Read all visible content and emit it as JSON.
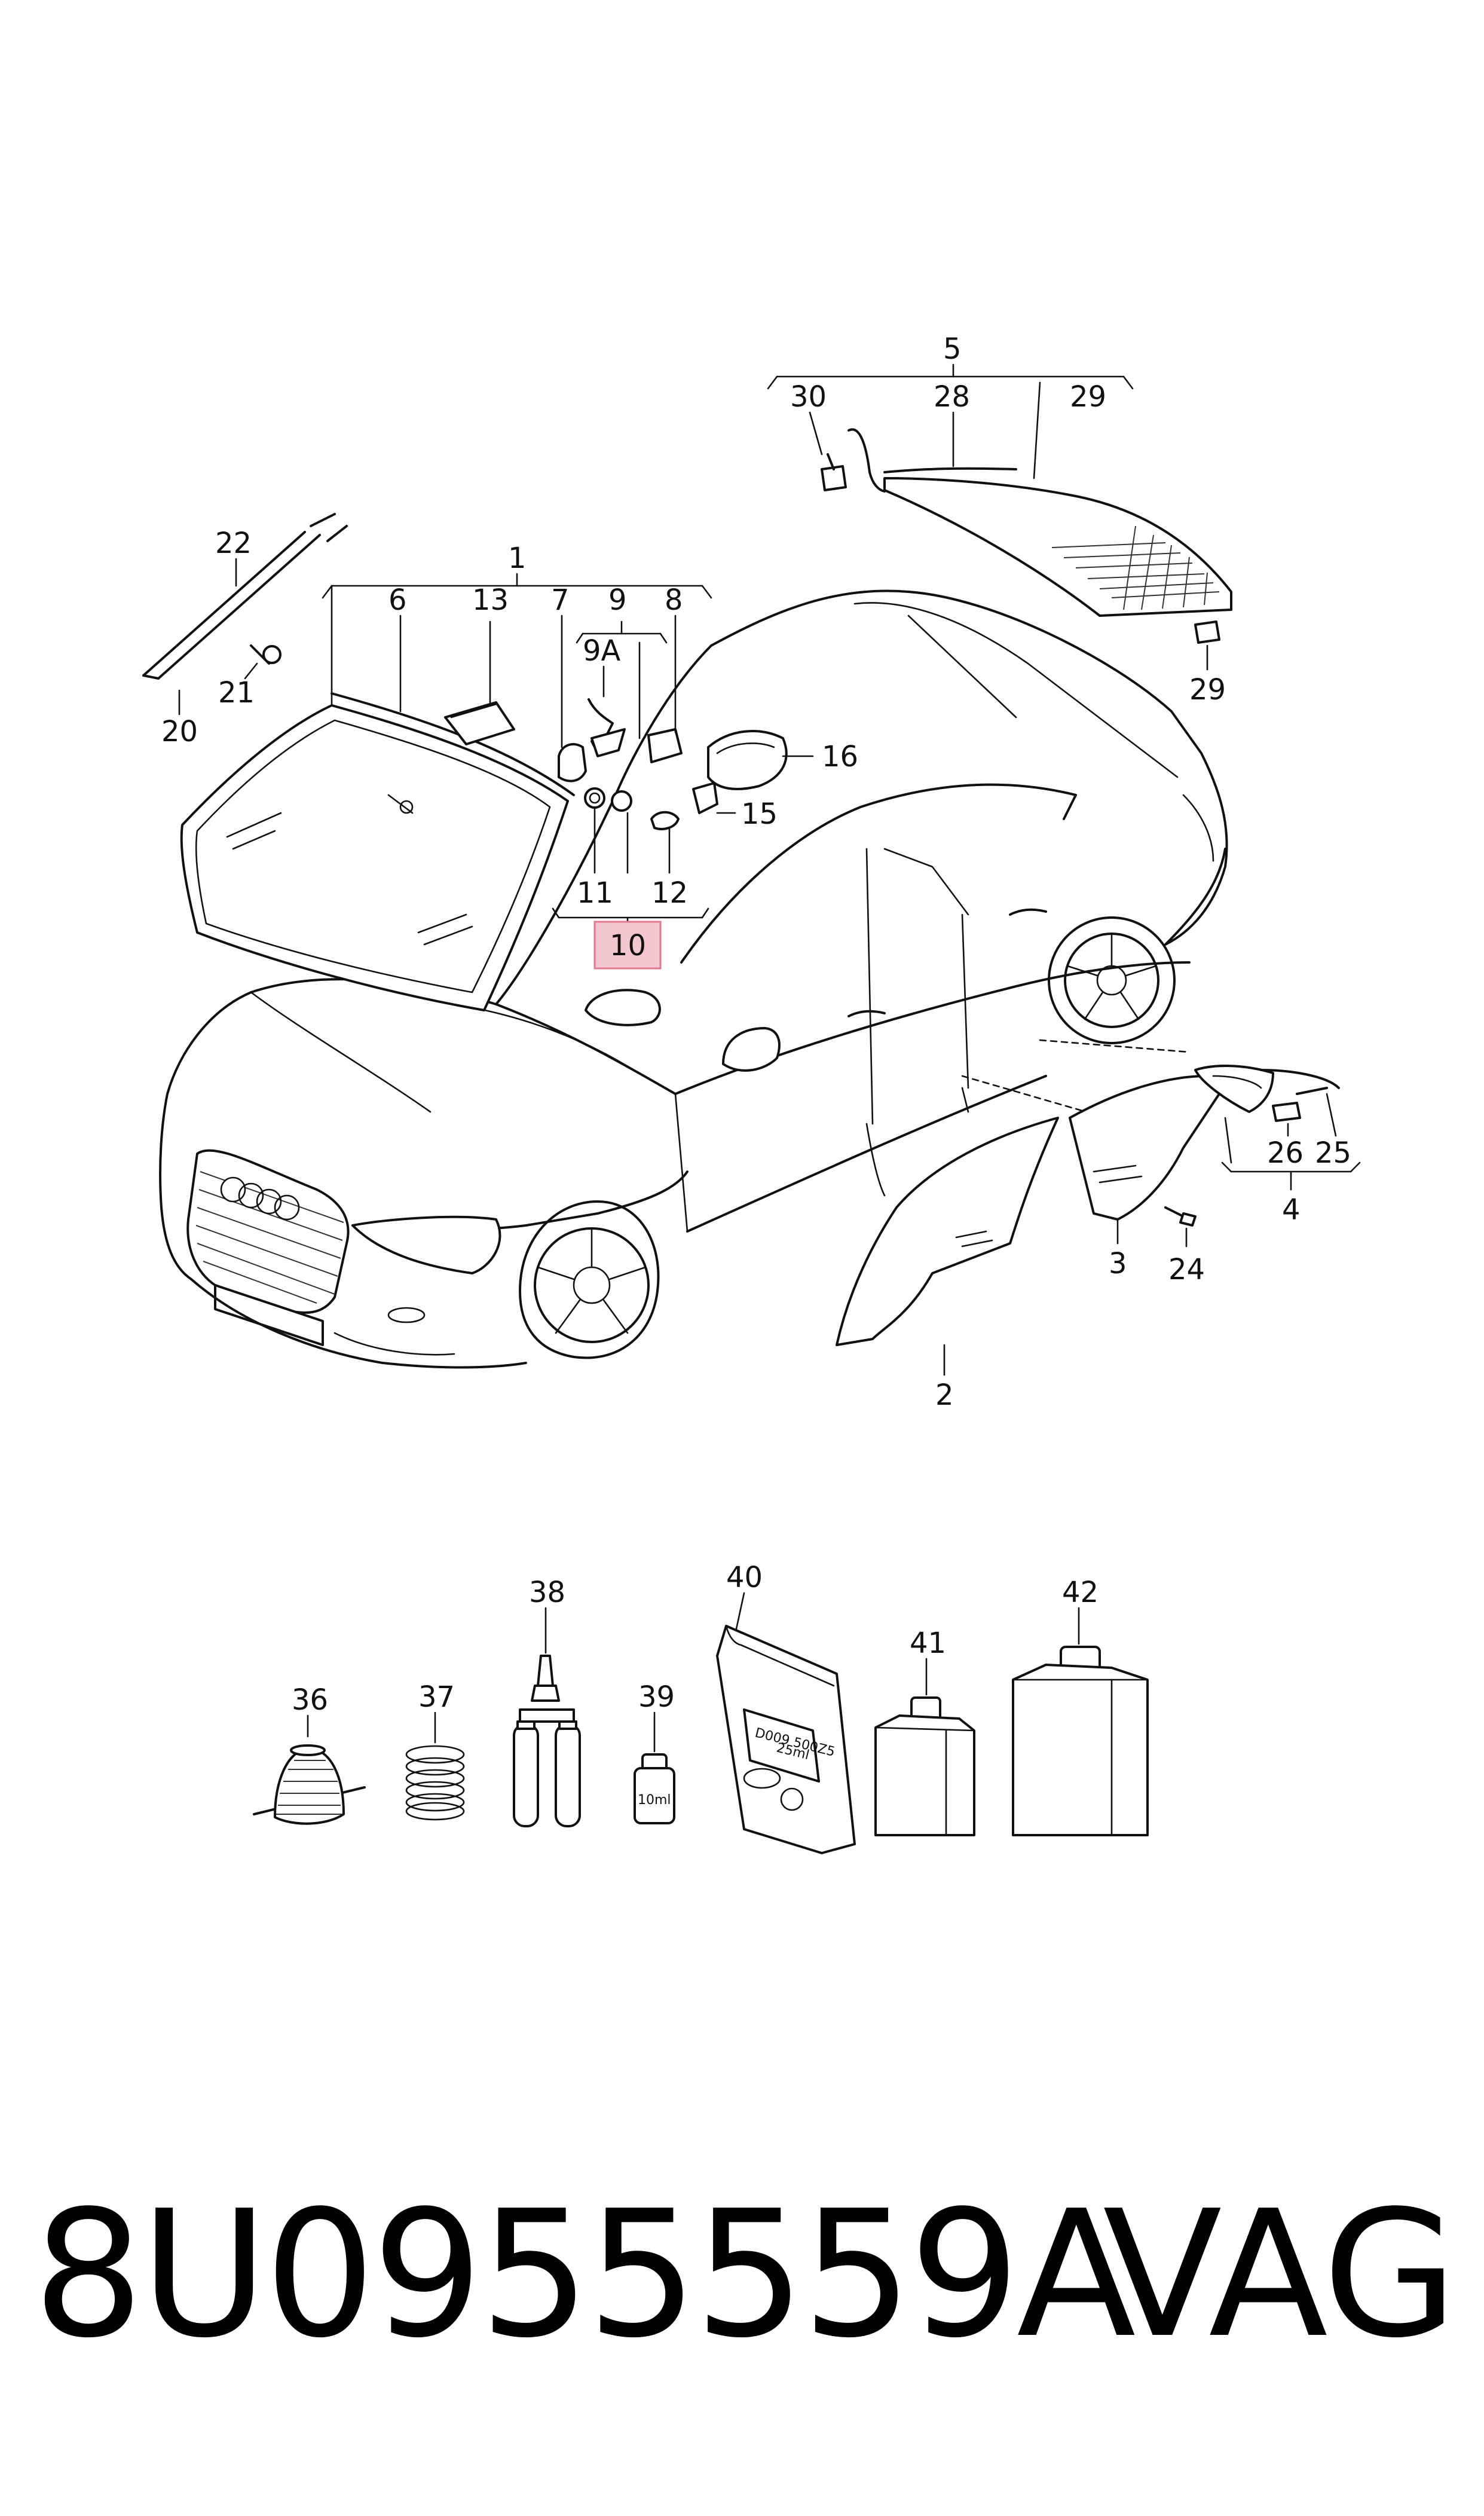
{
  "callouts": {
    "c1": "1",
    "c2": "2",
    "c3": "3",
    "c4": "4",
    "c5": "5",
    "c6": "6",
    "c7": "7",
    "c8": "8",
    "c9": "9",
    "c9a": "9A",
    "c10": "10",
    "c11": "11",
    "c12": "12",
    "c13": "13",
    "c15": "15",
    "c16": "16",
    "c20": "20",
    "c21": "21",
    "c22": "22",
    "c24": "24",
    "c25": "25",
    "c26": "26",
    "c28": "28",
    "c29a": "29",
    "c29b": "29",
    "c30": "30",
    "c36": "36",
    "c37": "37",
    "c38": "38",
    "c39": "39",
    "c40": "40",
    "c41": "41",
    "c42": "42"
  },
  "highlighted_callout": "10",
  "highlight_color": "#f4c6cf",
  "highlight_border_color": "#e07a8f",
  "package_labels": {
    "bag_code": "D009 500Z5",
    "bag_sub": "25ml",
    "bottle_label": "10ml"
  },
  "footer": {
    "part_number": "8U0955559A",
    "brand": "VAG"
  }
}
